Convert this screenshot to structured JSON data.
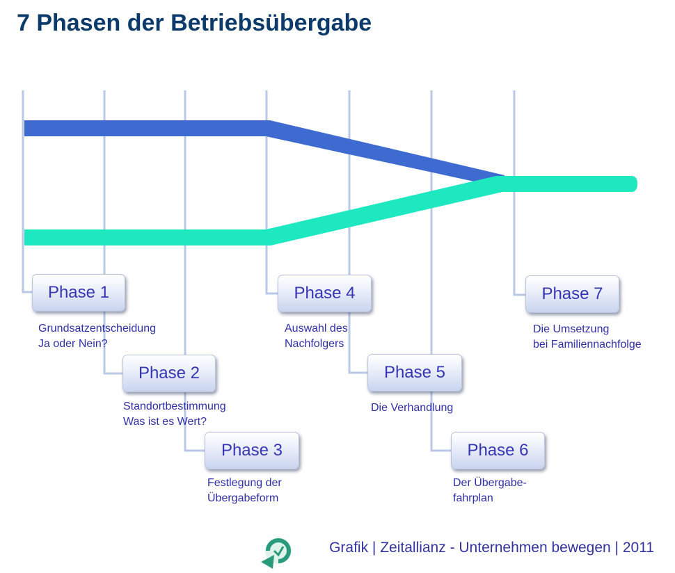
{
  "title": "7 Phasen der Betriebsübergabe",
  "colors": {
    "title": "#0c3a6b",
    "band_upper": "#3f6bd0",
    "band_lower": "#1de8c0",
    "phase_text": "#3535b5"
  },
  "phases": [
    {
      "label": "Phase 1",
      "desc": [
        "Grundsatzentscheidung",
        "Ja oder Nein?"
      ]
    },
    {
      "label": "Phase 2",
      "desc": [
        "Standortbestimmung",
        "Was ist es Wert?"
      ]
    },
    {
      "label": "Phase 3",
      "desc": [
        "Festlegung der",
        "Übergabeform"
      ]
    },
    {
      "label": "Phase 4",
      "desc": [
        "Auswahl des",
        "Nachfolgers"
      ]
    },
    {
      "label": "Phase 5",
      "desc": [
        "Die Verhandlung"
      ]
    },
    {
      "label": "Phase 6",
      "desc": [
        "Der Übergabe-",
        "fahrplan"
      ]
    },
    {
      "label": "Phase 7",
      "desc": [
        "Die Umsetzung",
        "bei Familiennachfolge"
      ]
    }
  ],
  "credit": "Grafik | Zeitallianz - Unternehmen bewegen | 2011",
  "logo_icon": "circular-arrow-logo-icon"
}
